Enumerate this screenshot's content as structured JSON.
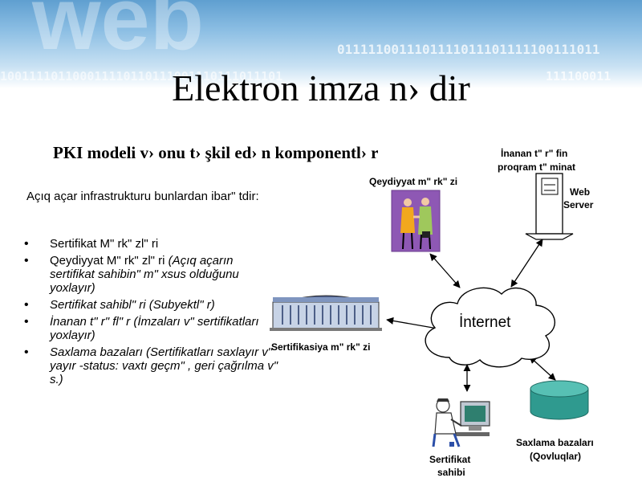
{
  "title": "Elektron imza n› dir",
  "subtitle": "PKI modeli v›  onu t› şkil ed› n komponentl› r",
  "intro": "Açıq açar infrastrukturu bunlardan ibar\" tdir:",
  "bullets": [
    {
      "main": "Sertifikat M\" rk\" zl\" ri",
      "extra": ""
    },
    {
      "main": "Qeydiyyat M\" rk\" zl\" ri ",
      "extra": "(Açıq açarın sertifikat sahibin\"  m\" xsus olduğunu yoxlayır)"
    },
    {
      "main": "",
      "extra": "Sertifikat sahibl\" ri (Subyektl\" r)"
    },
    {
      "main": "",
      "extra": "İnanan t\" r\" fl\" r (İmzaları v\"  sertifikatları yoxlayır)"
    },
    {
      "main": "",
      "extra": "Saxlama bazaları (Sertifikatları saxlayır v\"  yayır -status: vaxtı geçm\" , geri çağrılma v\"  s.)"
    }
  ],
  "diagram": {
    "registration_label": "Qeydiyyat m\" rk\" zi",
    "relying_label_1": "İnanan t\" r\" fin",
    "relying_label_2": "proqram t\" minat",
    "web_label_1": "Web",
    "web_label_2": "Server",
    "ca_label": "Sertifikasiya m\" rk\" zi",
    "internet_label": "İnternet",
    "holder_label_1": "Sertifikat",
    "holder_label_2": "sahibi",
    "repo_label_1": "Saxlama bazaları",
    "repo_label_2": "(Qovluqlar)"
  },
  "header": {
    "binary_1": "0111110011101111011101111100111011",
    "binary_2": "100111101100011110110111001110111011101",
    "binary_3": "111100011",
    "watermark": "web"
  },
  "colors": {
    "cloud_stroke": "#000000",
    "cylinder": "#2f9a8f",
    "header": "#6aa8d8"
  }
}
